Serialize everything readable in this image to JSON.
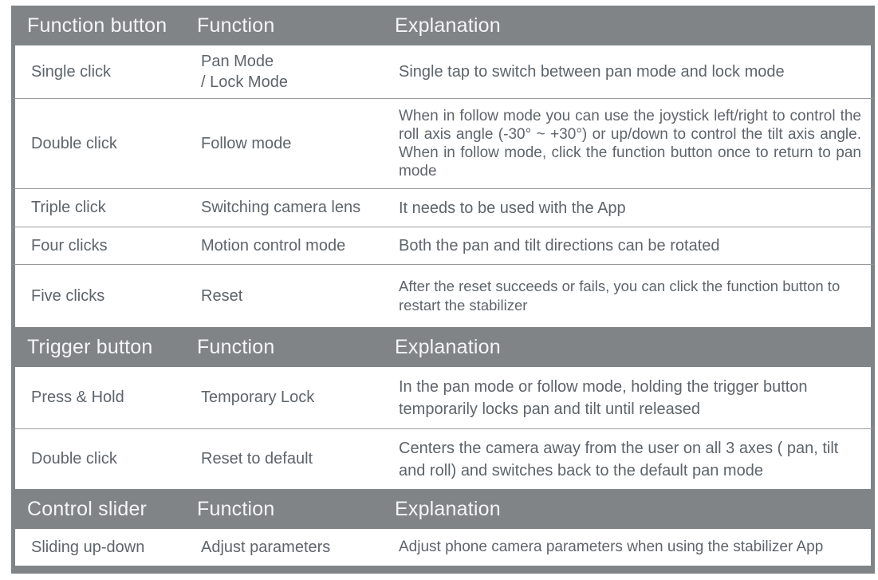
{
  "colors": {
    "header_bg": "#808487",
    "header_text": "#f4f5f6",
    "body_text": "#5e646a",
    "divider": "#9a9b9d",
    "border": "#808487",
    "page_bg": "#ffffff"
  },
  "table": {
    "sections": [
      {
        "header": {
          "col1": "Function button",
          "col2": "Function",
          "col3": "Explanation"
        },
        "rows": [
          {
            "action": "Single click",
            "function": "Pan Mode\n/ Lock Mode",
            "explanation": "Single tap to switch between pan mode and lock mode"
          },
          {
            "action": "Double click",
            "function": "Follow mode",
            "explanation": "When in follow mode you can use the joystick left/right to control the roll axis angle (-30° ~ +30°) or up/down to control the tilt axis angle. When in follow mode, click the function button once to return to pan mode"
          },
          {
            "action": "Triple click",
            "function": "Switching camera lens",
            "explanation": "It needs to be used with the App"
          },
          {
            "action": "Four clicks",
            "function": "Motion control mode",
            "explanation": "Both the pan and tilt directions can be rotated"
          },
          {
            "action": "Five clicks",
            "function": "Reset",
            "explanation": "After the reset succeeds or fails, you can click the function button to restart the stabilizer"
          }
        ]
      },
      {
        "header": {
          "col1": "Trigger button",
          "col2": "Function",
          "col3": "Explanation"
        },
        "rows": [
          {
            "action": "Press & Hold",
            "function": "Temporary Lock",
            "explanation": "In the pan mode or follow mode, holding the trigger button temporarily locks pan and tilt until released"
          },
          {
            "action": "Double click",
            "function": "Reset to default",
            "explanation": "Centers the camera away from the user on all 3 axes ( pan, tilt and roll) and switches back to the default pan mode"
          }
        ]
      },
      {
        "header": {
          "col1": "Control slider",
          "col2": "Function",
          "col3": "Explanation"
        },
        "rows": [
          {
            "action": "Sliding up-down",
            "function": "Adjust parameters",
            "explanation": "Adjust phone camera parameters when using the stabilizer App"
          }
        ]
      }
    ]
  }
}
